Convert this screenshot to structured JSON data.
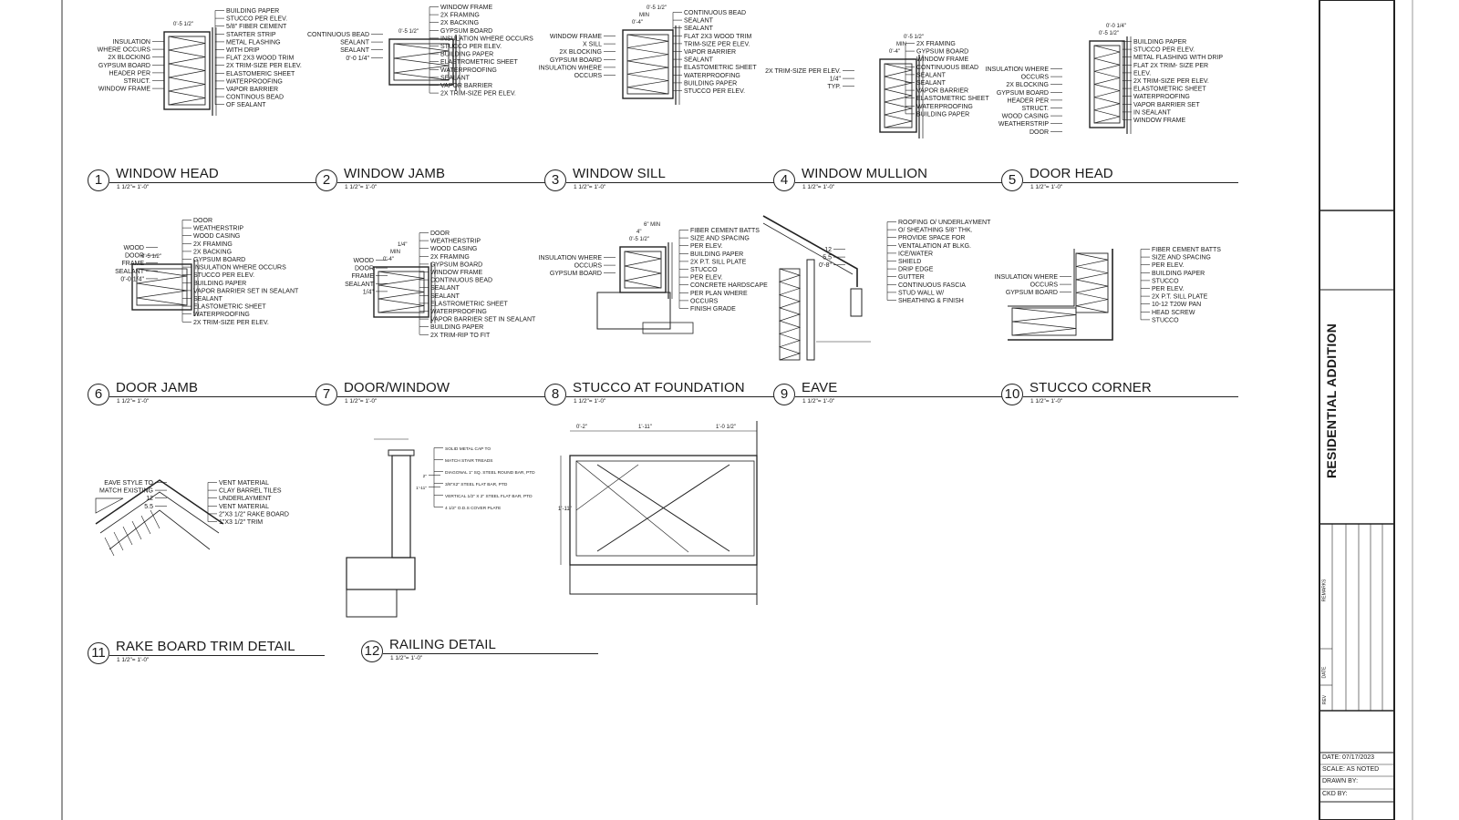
{
  "sheet": {
    "project_title": "RESIDENTIAL ADDITION",
    "revision_headers": {
      "remarks": "REMARKS",
      "date": "DATE",
      "rev": "REV"
    },
    "title_block": {
      "date": "DATE: 07/17/2023",
      "scale": "SCALE: AS NOTED",
      "drawn_by": "DRAWN BY:",
      "ckd_by": "CKD BY:"
    }
  },
  "details": [
    {
      "num": "1",
      "title": "WINDOW HEAD",
      "scale": "1 1/2\"= 1'-0\"",
      "left_notes": [
        "INSULATION",
        "WHERE OCCURS",
        "2X BLOCKING",
        "GYPSUM BOARD",
        "HEADER PER",
        "STRUCT.",
        "WINDOW FRAME"
      ],
      "right_notes": [
        "BUILDING PAPER",
        "STUCCO PER ELEV.",
        "5/8\" FIBER CEMENT",
        "STARTER STRIP",
        "METAL FLASHING",
        "WITH DRIP",
        "FLAT 2X3 WOOD TRIM",
        "2X TRIM-SIZE PER ELEV.",
        "ELASTOMERIC SHEET",
        "WATERPROOFING",
        "VAPOR BARRIER",
        "CONTINOUS BEAD",
        "OF SEALANT"
      ],
      "dims": [
        "0'-5 1/2\""
      ]
    },
    {
      "num": "2",
      "title": "WINDOW JAMB",
      "scale": "1 1/2\"= 1'-0\"",
      "left_notes": [
        "CONTINUOUS BEAD",
        "SEALANT",
        "SEALANT",
        "0'-0 1/4\""
      ],
      "right_notes": [
        "WINDOW FRAME",
        "2X FRAMING",
        "2X BACKING",
        "GYPSUM BOARD",
        "INSULATION WHERE OCCURS",
        "STUCCO PER ELEV.",
        "BUILDING PAPER",
        "ELASTROMETRIC SHEET",
        "WATERPROOFING",
        "SEALANT",
        "VAPOR BARRIER",
        "2X TRIM-SIZE PER ELEV."
      ],
      "dims": [
        "0'-5 1/2\""
      ]
    },
    {
      "num": "3",
      "title": "WINDOW SILL",
      "scale": "1 1/2\"= 1'-0\"",
      "left_notes": [
        "WINDOW FRAME",
        "X SILL",
        "2X BLOCKING",
        "GYPSUM BOARD",
        "INSULATION WHERE",
        "OCCURS"
      ],
      "right_notes": [
        "CONTINUOUS BEAD",
        "SEALANT",
        "SEALANT",
        "FLAT 2X3 WOOD TRIM",
        "TRIM-SIZE PER ELEV.",
        "VAPOR BARRIER",
        "SEALANT",
        "ELASTOMETRIC SHEET",
        "WATERPROOFING",
        "BUILDING PAPER",
        "STUCCO PER ELEV."
      ],
      "dims": [
        "0'-4\"",
        "MIN",
        "0'-5 1/2\""
      ]
    },
    {
      "num": "4",
      "title": "WINDOW MULLION",
      "scale": "1 1/2\"= 1'-0\"",
      "left_notes": [
        "2X TRIM-SIZE PER ELEV.",
        "1/4\"",
        "TYP."
      ],
      "right_notes": [
        "2X FRAMING",
        "GYPSUM BOARD",
        "WINDOW FRAME",
        "CONTINUOUS BEAD",
        "SEALANT",
        "SEALANT",
        "VAPOR BARRIER",
        "ELASTOMETRIC SHEET",
        "WATERPROOFING",
        "BUILDING PAPER"
      ],
      "dims": [
        "0'-4\"",
        "MIN",
        "0'-5 1/2\""
      ]
    },
    {
      "num": "5",
      "title": "DOOR HEAD",
      "scale": "1 1/2\"= 1'-0\"",
      "left_notes": [
        "INSULATION WHERE",
        "OCCURS",
        "2X BLOCKING",
        "GYPSUM BOARD",
        "HEADER PER",
        "STRUCT.",
        "WOOD CASING",
        "WEATHERSTRIP",
        "DOOR"
      ],
      "right_notes": [
        "BUILDING PAPER",
        "STUCCO PER ELEV.",
        "METAL FLASHING WITH DRIP",
        "FLAT 2X TRIM- SIZE PER",
        "ELEV.",
        "2X TRIM-SIZE PER ELEV.",
        "ELASTOMETRIC SHEET",
        "WATERPROOFING",
        "VAPOR BARRIER SET",
        "IN SEALANT",
        "WINDOW FRAME"
      ],
      "dims": [
        "0'-5 1/2\"",
        "0'-0 1/4\""
      ]
    },
    {
      "num": "6",
      "title": "DOOR JAMB",
      "scale": "1 1/2\"= 1'-0\"",
      "left_notes": [
        "WOOD",
        "DOOR",
        "FRAME",
        "SEALANT",
        "0'-0 1/4\""
      ],
      "right_notes": [
        "DOOR",
        "WEATHERSTRIP",
        "WOOD CASING",
        "2X FRAMING",
        "2X BACKING",
        "GYPSUM BOARD",
        "INSULATION WHERE OCCURS",
        "STUCCO PER ELEV.",
        "BUILDING PAPER",
        "VAPOR BARRIER SET IN SEALANT",
        "SEALANT",
        "ELASTOMETRIC SHEET",
        "WATERPROOFING",
        "2X TRIM-SIZE PER ELEV."
      ],
      "dims": [
        "0'-5 1/2\""
      ]
    },
    {
      "num": "7",
      "title": "DOOR/WINDOW",
      "scale": "1 1/2\"= 1'-0\"",
      "left_notes": [
        "WOOD",
        "DOOR",
        "FRAME",
        "SEALANT",
        "1/4\""
      ],
      "right_notes": [
        "DOOR",
        "WEATHERSTRIP",
        "WOOD CASING",
        "2X FRAMING",
        "GYPSUM BOARD",
        "WINDOW FRAME",
        "CONTINUOUS BEAD",
        "SEALANT",
        "SEALANT",
        "ELASTROMETRIC SHEET",
        "WATERPROOFING",
        "VAPOR BARRIER SET IN SEALANT",
        "BUILDING PAPER",
        "2X TRIM-RIP TO FIT"
      ],
      "dims": [
        "0'-4\"",
        "MIN",
        "1/4\""
      ]
    },
    {
      "num": "8",
      "title": "STUCCO AT FOUNDATION",
      "scale": "1 1/2\"= 1'-0\"",
      "left_notes": [
        "INSULATION WHERE",
        "OCCURS",
        "GYPSUM BOARD"
      ],
      "right_notes": [
        "FIBER CEMENT BATTS",
        "SIZE AND SPACING",
        "PER ELEV.",
        "BUILDING PAPER",
        "2X P.T. SILL PLATE",
        "STUCCO",
        "PER ELEV.",
        "CONCRETE HARDSCAPE",
        "PER PLAN WHERE",
        "OCCURS",
        "FINISH GRADE"
      ],
      "dims": [
        "0'-5 1/2\"",
        "4\"",
        "6\" MIN"
      ]
    },
    {
      "num": "9",
      "title": "EAVE",
      "scale": "1 1/2\"= 1'-0\"",
      "left_notes": [
        "12",
        "5.5",
        "0'-8\""
      ],
      "right_notes": [
        "ROOFING O/ UNDERLAYMENT",
        "O/ SHEATHING 5/8\" THK.",
        "PROVIDE SPACE FOR",
        "VENTALATION AT BLKG.",
        "ICE/WATER",
        "SHIELD",
        "DRIP EDGE",
        "GUTTER",
        "CONTINUOUS FASCIA",
        "STUD WALL W/",
        "SHEATHING & FINISH"
      ],
      "dims": []
    },
    {
      "num": "10",
      "title": "STUCCO CORNER",
      "scale": "1 1/2\"= 1'-0\"",
      "left_notes": [
        "INSULATION WHERE",
        "OCCURS",
        "GYPSUM BOARD"
      ],
      "right_notes": [
        "FIBER CEMENT BATTS",
        "SIZE AND SPACING",
        "PER ELEV.",
        "BUILDING PAPER",
        "STUCCO",
        "PER ELEV.",
        "2X P.T. SILL PLATE",
        "10-12 T20W PAN",
        "HEAD SCREW",
        "STUCCO"
      ],
      "dims": []
    },
    {
      "num": "11",
      "title": "RAKE BOARD TRIM DETAIL",
      "scale": "1 1/2\"= 1'-0\"",
      "left_notes": [
        "EAVE STYLE TO",
        "MATCH EXISTING",
        "12",
        "5.5"
      ],
      "right_notes": [
        "VENT MATERIAL",
        "CLAY BARREL TILES",
        "UNDERLAYMENT",
        "VENT MATERIAL",
        "2\"X3 1/2\" RAKE BOARD",
        "1\"X3 1/2\" TRIM"
      ],
      "dims": []
    },
    {
      "num": "12",
      "title": "RAILING DETAIL",
      "scale": "1 1/2\"= 1'-0\"",
      "left_notes": [
        "2\"",
        "1'-11\""
      ],
      "right_notes": [
        "SOLID METAL CAP TO",
        "MATCH STAIR TREADS",
        "DIAGONAL 1\" SQ. STEEL ROUND BAR, PTD",
        "3/8\"X2\" STEEL FLAT BAR, PTD",
        "VERTICAL 1/2\" X 2\" STEEL FLAT BAR, PTD",
        "4 1/2\" O.D.S COVER PLATE"
      ],
      "dims": [
        "0'-2\"",
        "1'-11\"",
        "1'-0 1/2\"",
        "1'-11\""
      ]
    }
  ]
}
